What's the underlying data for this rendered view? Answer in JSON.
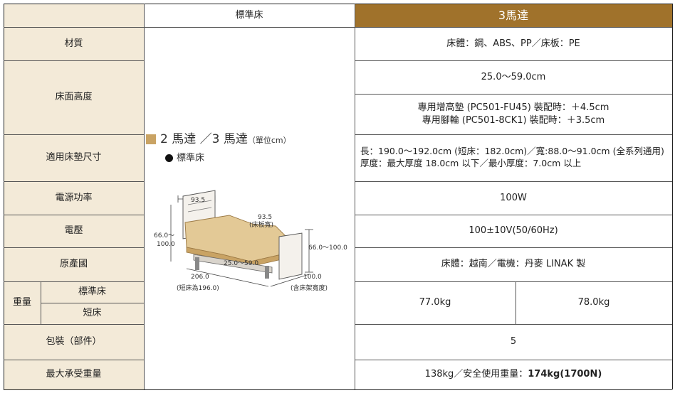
{
  "header": {
    "standard_bed": "標準床",
    "motor3": "3馬達"
  },
  "rows": {
    "material": {
      "label": "材質",
      "value": "床體：鋼、ABS、PP／床板：PE"
    },
    "height": {
      "label": "床面高度",
      "value1": "25.0～59.0cm",
      "value2_line1": "專用增高墊 (PC501-FU45) 裝配時：＋4.5cm",
      "value2_line2": "專用腳輪 (PC501-8CK1) 裝配時：＋3.5cm"
    },
    "mattress": {
      "label": "適用床墊尺寸",
      "line1": "長：190.0～192.0cm (短床：182.0cm)／寬:88.0～91.0cm (全系列通用)",
      "line2": "厚度：最大厚度 18.0cm 以下／最小厚度：7.0cm 以上"
    },
    "power": {
      "label": "電源功率",
      "value": "100W"
    },
    "voltage": {
      "label": "電壓",
      "value": "100±10V(50/60Hz)"
    },
    "origin": {
      "label": "原產國",
      "value": "床體：越南／電機：丹麥 LINAK 製"
    },
    "weight": {
      "label": "重量",
      "sub1": "標準床",
      "sub2": "短床",
      "value_a": "77.0kg",
      "value_b": "78.0kg"
    },
    "package": {
      "label": "包裝（部件）",
      "value": "5"
    },
    "max_load": {
      "label": "最大承受重量",
      "value_prefix": "138kg／安全使用重量：",
      "value_bold": "174kg(1700N)"
    }
  },
  "legend": {
    "title": "2 馬達 ／3 馬達",
    "unit": "（單位cm）",
    "item": "標準床"
  },
  "diagram": {
    "head_width": "93.5",
    "board_width": "93.5",
    "board_note": "(床板寬)",
    "height_left_1": "66.0～",
    "height_left_2": "100.0",
    "height_right": "66.0～100.0",
    "bed_height": "25.0～59.0",
    "length": "206.0",
    "length_note": "(短床為196.0)",
    "width": "100.0",
    "width_note": "(含床架寬度)"
  },
  "colors": {
    "label_bg": "#f3ead8",
    "header_gold": "#a0722b",
    "legend_square": "#c9a364"
  }
}
